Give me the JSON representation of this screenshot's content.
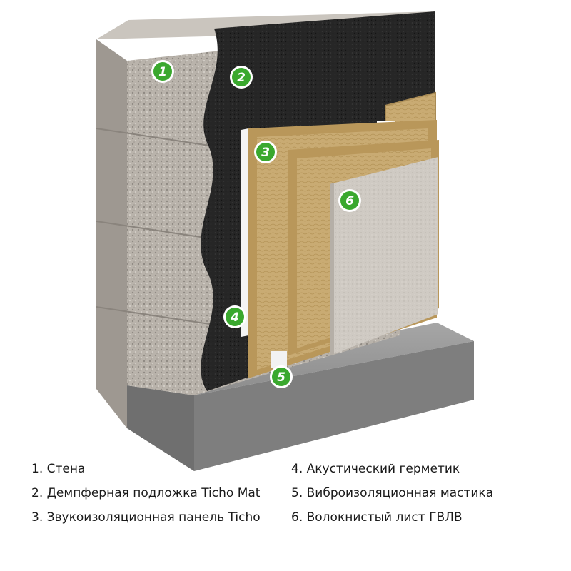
{
  "markers": [
    {
      "num": "1"
    },
    {
      "num": "2"
    },
    {
      "num": "3"
    },
    {
      "num": "4"
    },
    {
      "num": "5"
    },
    {
      "num": "6"
    }
  ],
  "legend": [
    "1. Стена",
    "2. Демпферная подложка Ticho Mat",
    "3. Звукоизоляционная панель Ticho",
    "4. Акустический герметик",
    "5. Виброизоляционная мастика",
    "6. Волокнистый лист ГВЛВ"
  ],
  "colors": {
    "marker": "#3aa82e",
    "wall": "#b9b3ab",
    "mat": "#262626",
    "panel": "#c9ab73",
    "sheet": "#cfcac3",
    "floor": "#8a8a8a"
  }
}
